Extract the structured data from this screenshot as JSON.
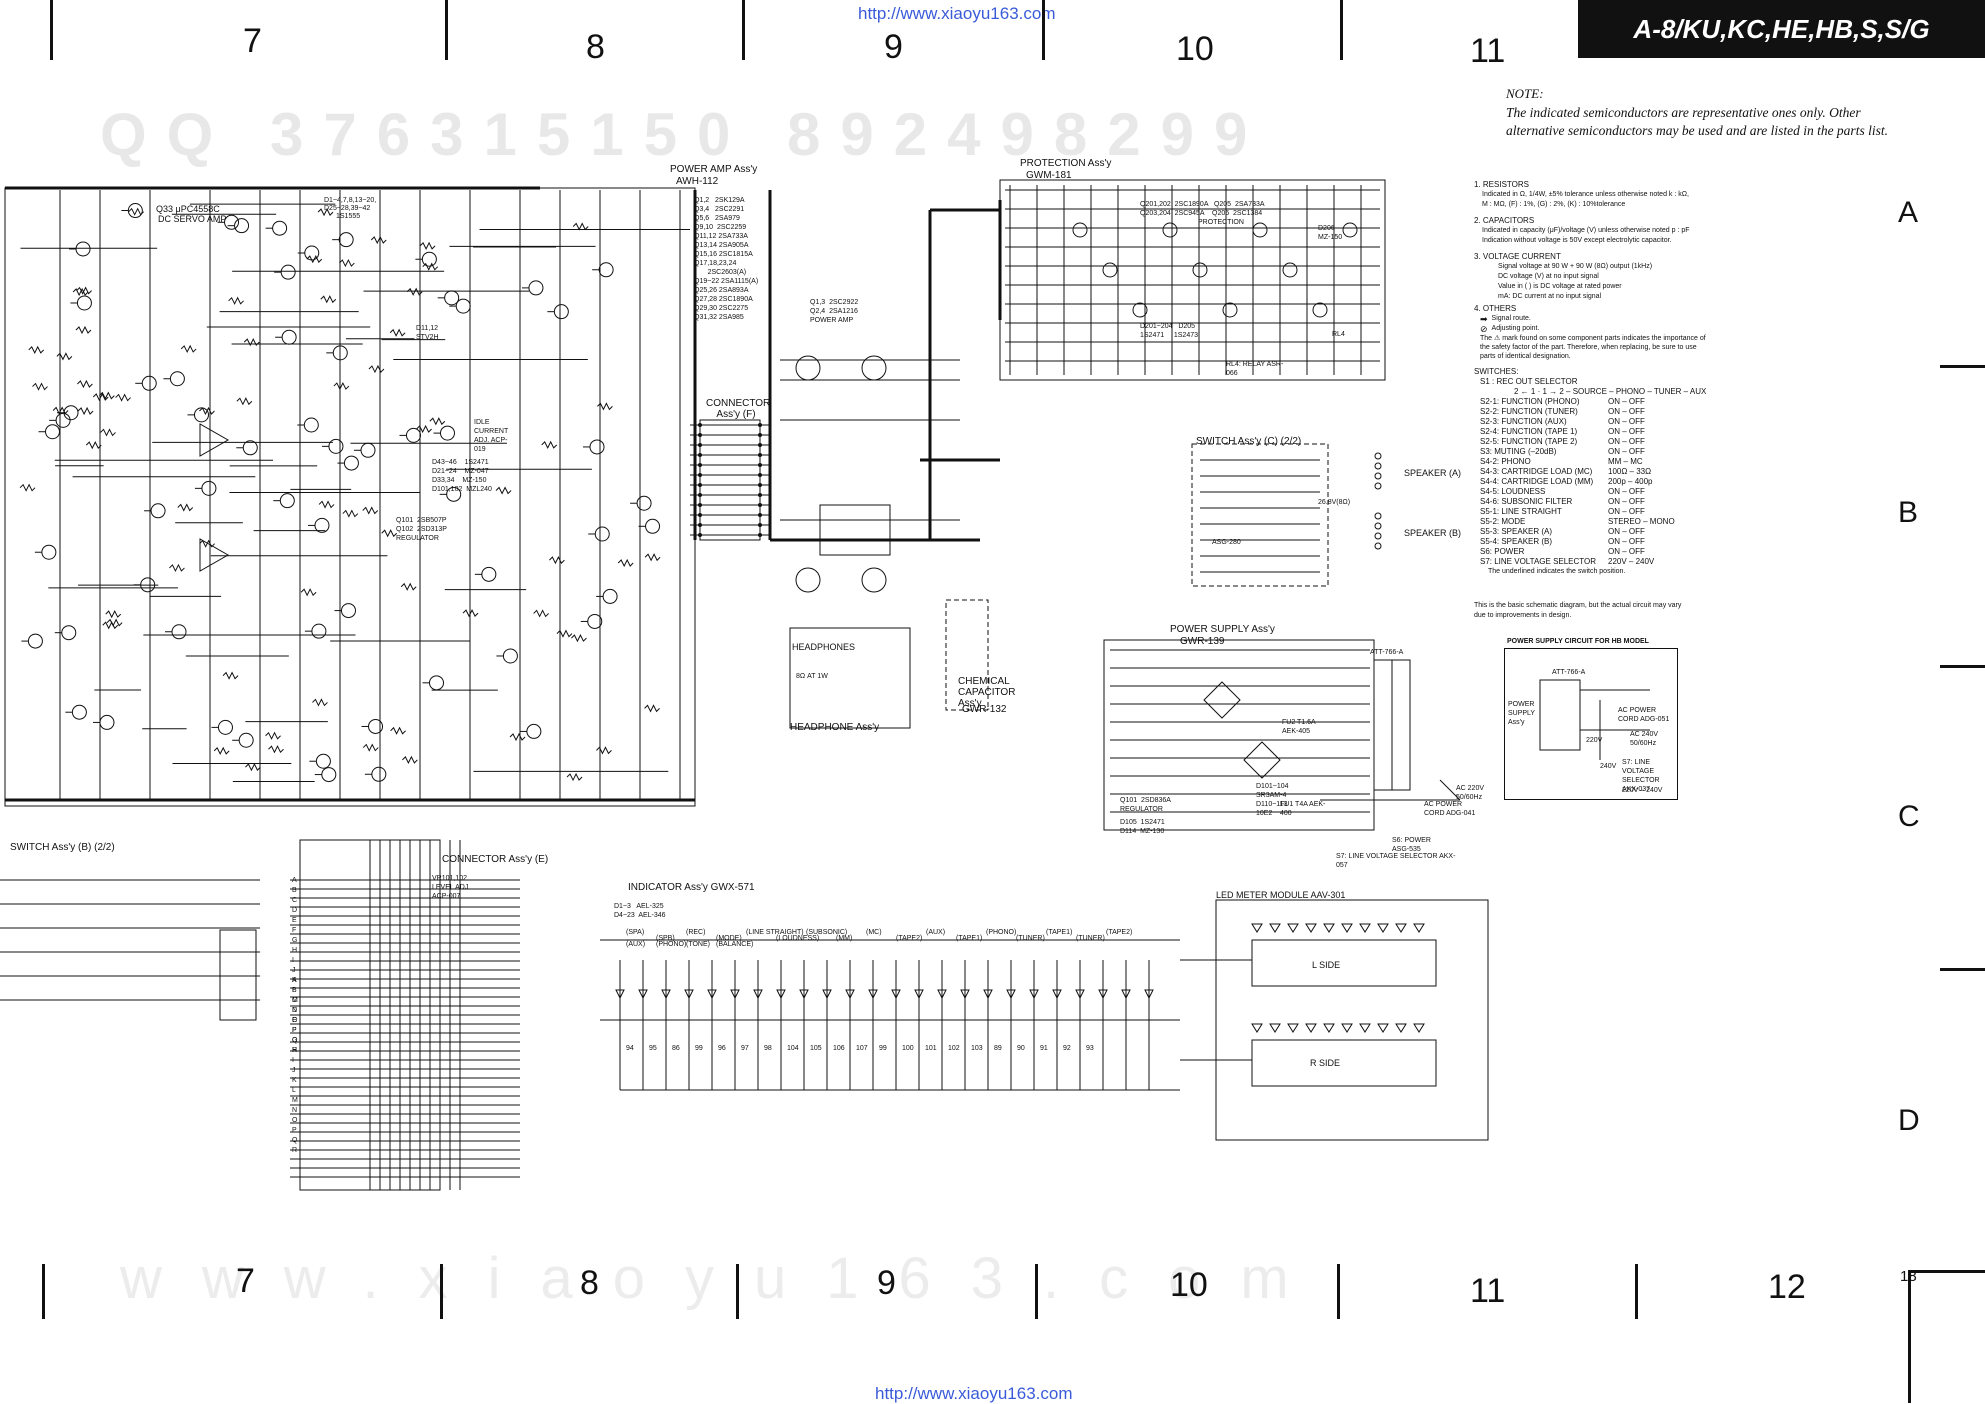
{
  "header": {
    "model_label": "A-8/KU,KC,HE,HB,S,S/G",
    "watermark_top": "http://www.xiaoyu163.com",
    "watermark_bottom": "http://www.xiaoyu163.com",
    "page_number": "18",
    "ghost_top": "QQ 376315150   892498299",
    "ghost_bottom": "www.xiaoyu163.com"
  },
  "grid": {
    "top_columns": [
      "7",
      "8",
      "9",
      "10",
      "11"
    ],
    "bottom_columns": [
      "7",
      "8",
      "9",
      "10",
      "11",
      "12"
    ],
    "rows": [
      "A",
      "B",
      "C",
      "D"
    ]
  },
  "note": {
    "title": "NOTE:",
    "body": "The indicated semiconductors are representative ones only. Other alternative semiconductors may be used and are listed in the parts list."
  },
  "legend": {
    "resistors_title": "1. RESISTORS",
    "resistors_1": "Indicated in Ω, 1/4W, ±5% tolerance unless otherwise noted k : kΩ,",
    "resistors_2": "M : MΩ, (F) : 1%, (G) : 2%, (K) : 10%tolerance",
    "capacitors_title": "2. CAPACITORS",
    "capacitors_1": "Indicated in capacity (μF)/voltage (V) unless otherwise noted p : pF",
    "capacitors_2": "Indication without voltage is 50V except electrolytic capacitor.",
    "voltage_title": "3. VOLTAGE CURRENT",
    "voltage_1": "Signal voltage at  90 W + 90 W  (8Ω) output (1kHz)",
    "voltage_2": "DC voltage (V) at no input signal",
    "voltage_3": "Value in (   ) is DC voltage at rated power",
    "voltage_4": "mA: DC current at no input signal",
    "others_title": "4. OTHERS",
    "others_1": "Signal route.",
    "others_2": "Adjusting point.",
    "others_3": "The ⚠ mark found on some component parts indicates the importance of the safety factor of the part. Therefore, when replacing, be sure to use parts of identical designation.",
    "switches_title": "SWITCHES:",
    "s1": "S1 : REC OUT SELECTOR",
    "s1_detail": "2 ← 1 · 1 → 2 – SOURCE – PHONO – TUNER – AUX",
    "switch_rows": [
      [
        "S2-1: FUNCTION (PHONO)",
        "ON – OFF"
      ],
      [
        "S2-2: FUNCTION (TUNER)",
        "ON – OFF"
      ],
      [
        "S2-3: FUNCTION (AUX)",
        "ON – OFF"
      ],
      [
        "S2-4: FUNCTION (TAPE 1)",
        "ON – OFF"
      ],
      [
        "S2-5: FUNCTION (TAPE 2)",
        "ON – OFF"
      ],
      [
        "S3: MUTING (–20dB)",
        "ON – OFF"
      ],
      [
        "S4-2: PHONO",
        "MM – MC"
      ],
      [
        "S4-3: CARTRIDGE LOAD (MC)",
        "100Ω – 33Ω"
      ],
      [
        "S4-4: CARTRIDGE LOAD (MM)",
        "200p – 400p"
      ],
      [
        "S4-5: LOUDNESS",
        "ON – OFF"
      ],
      [
        "S4-6: SUBSONIC FILTER",
        "ON – OFF"
      ],
      [
        "S5-1: LINE STRAIGHT",
        "ON – OFF"
      ],
      [
        "S5-2: MODE",
        "STEREO – MONO"
      ],
      [
        "S5-3: SPEAKER (A)",
        "ON – OFF"
      ],
      [
        "S5-4: SPEAKER (B)",
        "ON – OFF"
      ],
      [
        "S6: POWER",
        "ON – OFF"
      ],
      [
        "S7: LINE VOLTAGE SELECTOR",
        "220V – 240V"
      ]
    ],
    "underline_note": "The underlined indicates the switch position.",
    "basic_note": "This is the basic schematic diagram, but the actual circuit may vary due to improvements in design."
  },
  "hb_box": {
    "title": "POWER SUPPLY CIRCUIT FOR HB MODEL",
    "assy": "POWER SUPPLY Ass'y",
    "cord": "AC POWER CORD ADG-051",
    "ac240": "AC 240V 50/60Hz",
    "selector": "S7: LINE VOLTAGE SELECTOR AKX-037",
    "t1": "ATT-766-A",
    "v220": "220V",
    "v240": "240V",
    "switch_pos": "220V – 240V"
  },
  "blocks": {
    "power_amp": "POWER AMP Ass'y",
    "power_amp_id": "AWH-112",
    "protection": "PROTECTION Ass'y",
    "protection_id": "GWM-181",
    "connector_f": "CONNECTOR Ass'y (F)",
    "connector_e": "CONNECTOR Ass'y (E)",
    "switch_c": "SWITCH Ass'y (C) (2/2)",
    "switch_b": "SWITCH Ass'y (B) (2/2)",
    "power_supply": "POWER SUPPLY Ass'y",
    "power_supply_id": "GWR-139",
    "headphone": "HEADPHONE Ass'y",
    "headphones_jack": "HEADPHONES",
    "headphones_imp": "8Ω AT 1W",
    "chem_cap": "CHEMICAL CAPACITOR Ass'y",
    "chem_cap_id": "GWR-132",
    "indicator": "INDICATOR Ass'y  GWX-571",
    "led_meter": "LED METER MODULE  AAV-301",
    "l_side": "L SIDE",
    "r_side": "R SIDE",
    "speaker_a": "SPEAKER (A)",
    "speaker_b": "SPEAKER (B)",
    "relay": "RL4: RELAY ASR-066",
    "protection_label": "PROTECTION",
    "ac_cord": "AC POWER CORD ADG-041",
    "ac_220": "AC 220V 50/60Hz",
    "s6_power": "S6: POWER ASG-535",
    "s7_sel": "S7: LINE VOLTAGE SELECTOR AKX-057",
    "t1_label": "ATT-766-A",
    "fuse1": "FU2 T1.6A AEK-405",
    "fuse2": "FU1 T4A AEK-400",
    "vr_box": "VR101,102 LEVEL ADJ ACP-007",
    "sp_a_val": "26.8V(8Ω)",
    "asg_a": "ASG-280",
    "q33": "Q33 μPC4558C",
    "dc_servo": "DC SERVO AMP",
    "diodes_top": "D1~4,7,8,13~20,",
    "diodes_top2": "D25~28,39~42",
    "diodes_top3": "1S1555",
    "q_list_a": "Q1,2   2SK129A\nQ3,4   2SC2291\nQ5,6   2SA979\nQ9,10  2SC2259\nQ11,12 2SA733A\nQ13,14 2SA905A\nQ15,16 2SC1815A\nQ17,18,23,24\n       2SC2603(A)\nQ19~22 2SA1115(A)\nQ25,26 2SA893A\nQ27,28 2SC1890A\nQ29,30 2SC2275\nQ31,32 2SA985",
    "power_amp_q": "Q1,3  2SC2922\nQ2,4  2SA1216\nPOWER AMP",
    "prot_q": "Q201,202  2SC1890A   Q205  2SA733A\nQ203,204  2SC945A    Q206  2SC1384",
    "prot_d": "D206\nMZ-150",
    "prot_d2": "D201~204   D205\n1S2471     1S2473",
    "reg_q": "Q101  2SB507P\nQ102  2SD313P\nREGULATOR",
    "d43": "D43~46    1S2471\nD21~24    MZ-047\nD33,34    MZ-150\nD101,102  MZL240",
    "d11": "D11,12\nSTV2H",
    "ps_q": "Q101  2SD836A\nREGULATOR",
    "ps_d": "D101~104\nSR3AM-4\nD110~113\n10E2",
    "ps_d2": "D105  1S2471\nD114  MZ-130",
    "ind_d": "D1~3   AEL-325\nD4~23  AEL-346",
    "ind_labels": [
      "(SPA)",
      "(SPB)",
      "(REC)",
      "(MODE)",
      "(LINE STRAIGHT)",
      "(LOUDNESS)",
      "(SUBSONIC)",
      "(MM)",
      "(MC)",
      "(TAPE2)",
      "(AUX)",
      "(TAPE1)",
      "(PHONO)",
      "(TUNER)",
      "(TAPE1)",
      "(TUNER)",
      "(TAPE2)",
      "(AUX)",
      "(PHONO)",
      "(TONE)",
      "(BALANCE)"
    ],
    "ind_pins": [
      "94",
      "95",
      "86",
      "99",
      "96",
      "97",
      "98",
      "104",
      "105",
      "106",
      "107",
      "99",
      "100",
      "101",
      "102",
      "103",
      "89",
      "90",
      "91",
      "92",
      "93"
    ],
    "rl4": "RL4",
    "idle": "IDLE CURRENT ADJ. ACP-019",
    "conn_e_pins": [
      "A",
      "B",
      "C",
      "D",
      "E",
      "F",
      "G",
      "H",
      "I",
      "J",
      "K",
      "L",
      "M",
      "N",
      "O",
      "P",
      "Q",
      "R"
    ]
  }
}
